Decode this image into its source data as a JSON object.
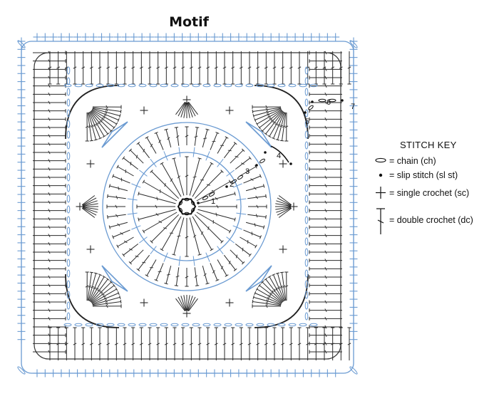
{
  "title": "Motif",
  "round_labels": [
    "1",
    "2",
    "3",
    "4",
    "5",
    "6",
    "7"
  ],
  "colors": {
    "dark": "#2a2a2a",
    "blue": "#6b9bd2"
  },
  "stitch_key": {
    "title": "STITCH KEY",
    "items": [
      {
        "symbol": "chain-icon",
        "label": "= chain (ch)"
      },
      {
        "symbol": "slip-stitch-icon",
        "label": "= slip stitch (sl st)"
      },
      {
        "symbol": "single-crochet-icon",
        "label": "= single crochet (sc)"
      },
      {
        "symbol": "double-crochet-icon",
        "label": "= double crochet (dc)"
      }
    ]
  }
}
